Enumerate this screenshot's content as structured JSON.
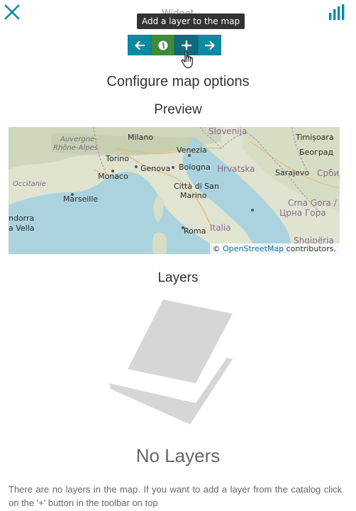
{
  "header": {
    "step_label": "Widget",
    "close_icon": "close-icon",
    "widgets_icon": "bar-chart-icon",
    "accent_color": "#078aa3"
  },
  "toolbar": {
    "tooltip": "Add a layer to the map",
    "buttons": [
      {
        "name": "back",
        "icon": "arrow-left-icon",
        "color": "#078aa3"
      },
      {
        "name": "info",
        "icon": "info-icon",
        "color": "#3f8b3a"
      },
      {
        "name": "add-layer",
        "icon": "plus-icon",
        "color": "#0d6a80"
      },
      {
        "name": "forward",
        "icon": "arrow-right-icon",
        "color": "#078aa3"
      }
    ]
  },
  "main": {
    "title": "Configure map options",
    "preview_title": "Preview",
    "layers_title": "Layers",
    "no_layers_title": "No Layers",
    "no_layers_description": "There are no layers in the map. If you want to add a layer from the catalog click on the '+' button in the toolbar on top"
  },
  "map": {
    "labels": {
      "slovenija": "Slovenija",
      "timisoara": "Timișoara",
      "milano": "Milano",
      "auvergne": "Auvergne-",
      "rhone": "Rhône-Alpes",
      "venezia": "Venezia",
      "beograd": "Београд",
      "torino": "Torino",
      "hrvatska": "Hrvatska",
      "genova": "Genova",
      "bologna": "Bologna",
      "sarajevo": "Sarajevo",
      "srbija": "Србија",
      "monaco": "Monaco",
      "occitanie": "Occitanie",
      "citta": "Città di San",
      "marino": "Marino",
      "marseille": "Marseille",
      "crna_gora": "Crna Gora /",
      "crna_gora_cyr": "Црна Гора",
      "andorra": "ndorra",
      "vella": "a Vella",
      "roma": "Roma",
      "italia": "Italia",
      "shqiperia": "Shqipëria"
    },
    "attribution_prefix": "© ",
    "attribution_link": "OpenStreetMap",
    "attribution_suffix": " contributors."
  }
}
